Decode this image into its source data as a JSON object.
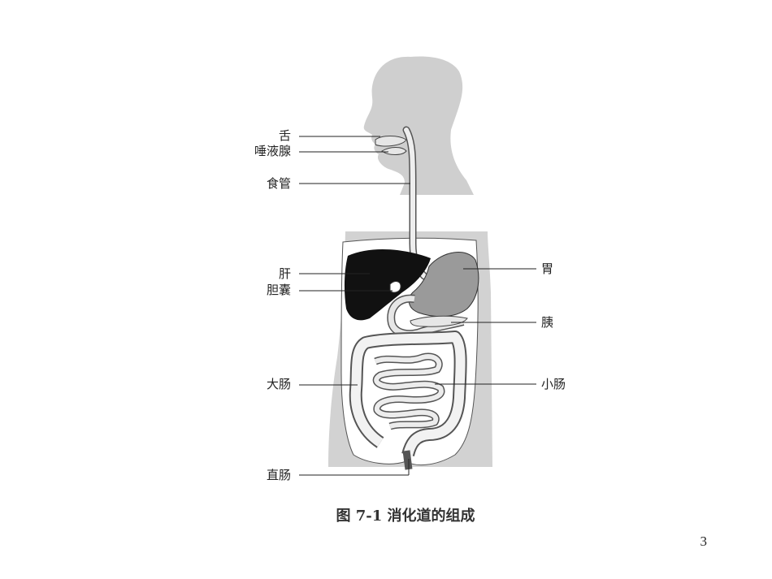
{
  "labels_left": [
    {
      "id": "tongue",
      "text": "舌"
    },
    {
      "id": "salivary",
      "text": "唾液腺"
    },
    {
      "id": "esophagus",
      "text": "食管"
    },
    {
      "id": "liver",
      "text": "肝"
    },
    {
      "id": "gallbladder",
      "text": "胆囊"
    },
    {
      "id": "large-intestine",
      "text": "大肠"
    },
    {
      "id": "rectum",
      "text": "直肠"
    }
  ],
  "labels_right": [
    {
      "id": "stomach",
      "text": "胃"
    },
    {
      "id": "pancreas",
      "text": "胰"
    },
    {
      "id": "small-intestine",
      "text": "小肠"
    }
  ],
  "caption": "图 7-1  消化道的组成",
  "page_number": "3",
  "colors": {
    "body_silhouette": "#cfcfcf",
    "liver": "#111111",
    "stomach": "#9a9a9a",
    "organ_light": "#e6e6e6",
    "leader_line": "#222222"
  }
}
